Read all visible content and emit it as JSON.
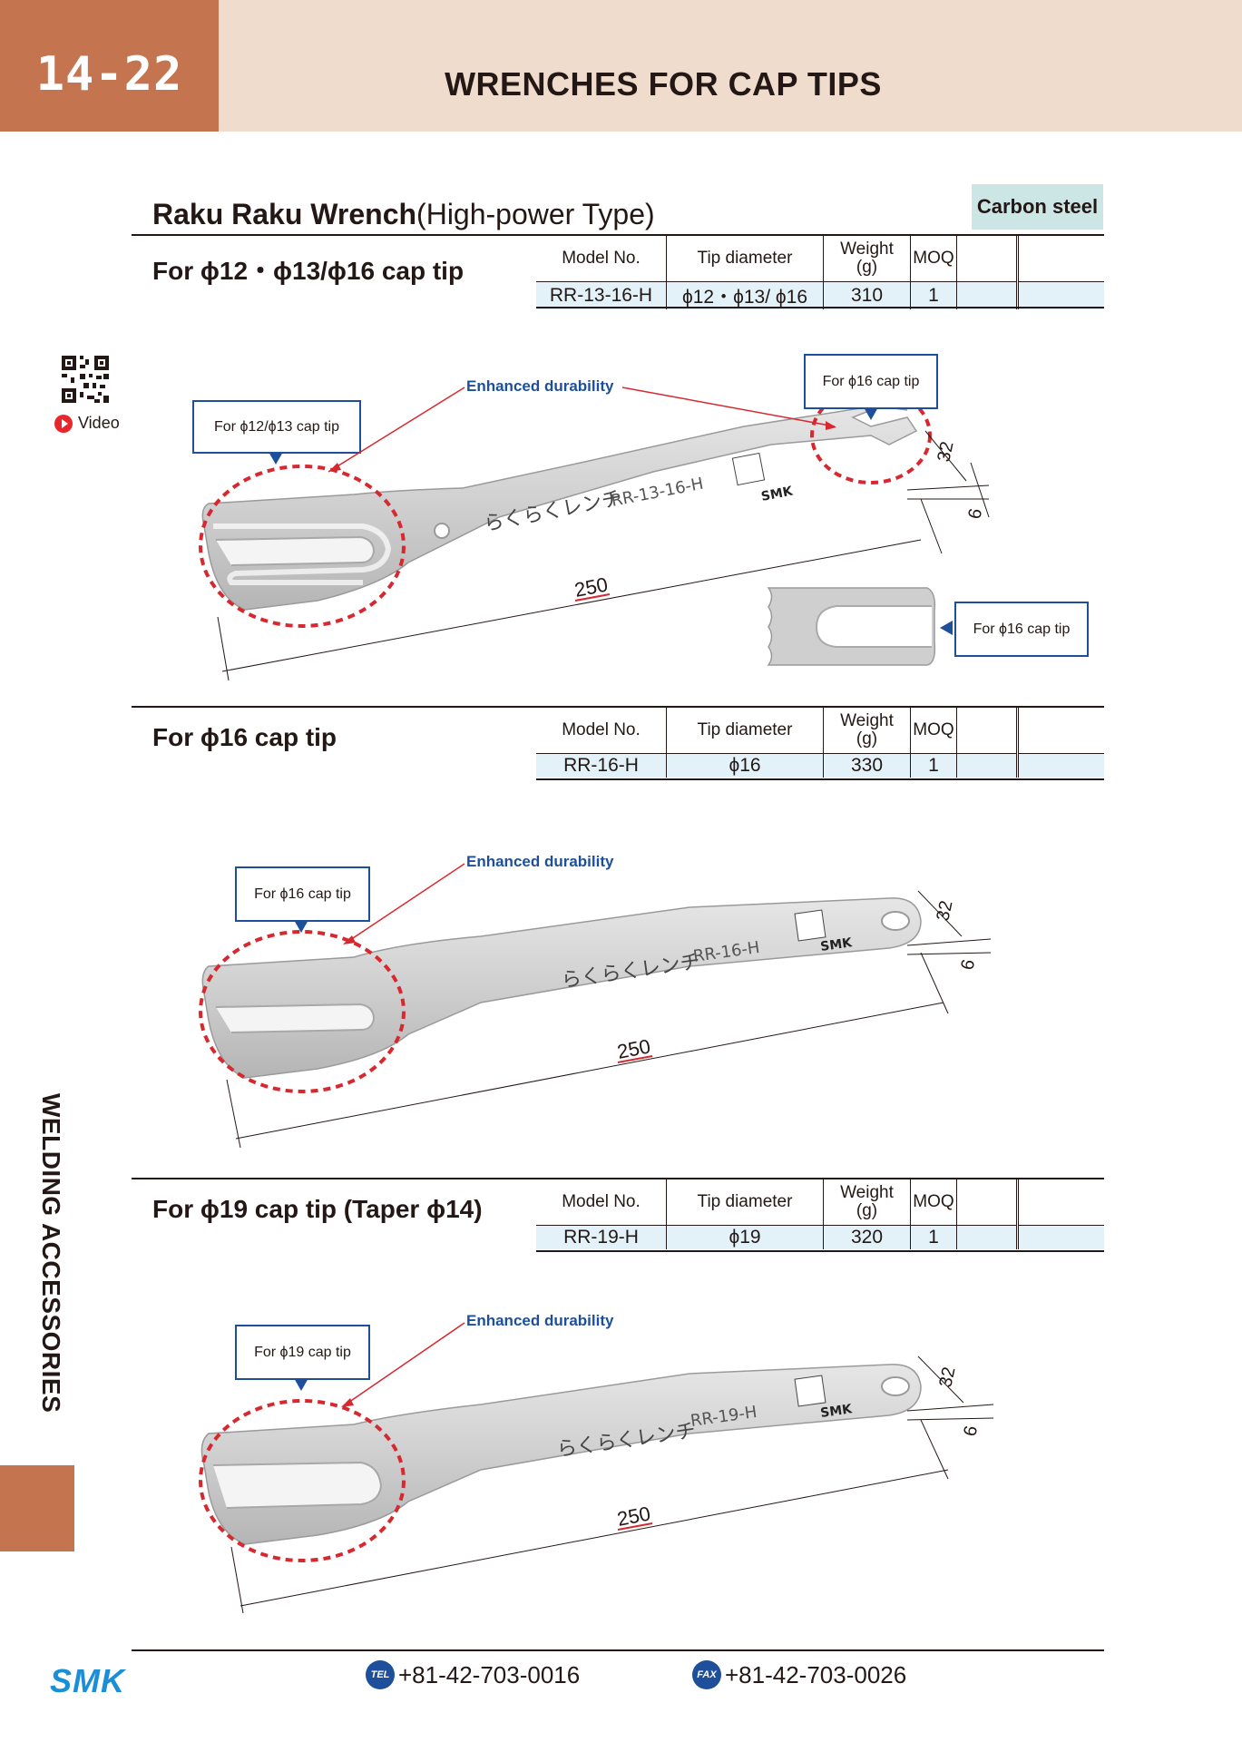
{
  "header": {
    "page_number": "14-22",
    "title": "WRENCHES FOR CAP TIPS"
  },
  "side_label": "WELDING ACCESSORIES",
  "product": {
    "name_bold": "Raku Raku Wrench",
    "name_suffix": "(High-power Type)",
    "material": "Carbon steel"
  },
  "video": {
    "label": "Video"
  },
  "table_headers": {
    "model": "Model No.",
    "tip": "Tip diameter",
    "weight": "Weight",
    "weight_unit": "(g)",
    "moq": "MOQ"
  },
  "sections": [
    {
      "title": "For ϕ12・ϕ13/ϕ16 cap tip",
      "model": "RR-13-16-H",
      "tip": "ϕ12・ϕ13/ ϕ16",
      "weight": "310",
      "moq": "1",
      "callouts": [
        "For ϕ12/ϕ13 cap tip",
        "For ϕ16 cap tip",
        "For ϕ16 cap tip"
      ],
      "durability": "Enhanced durability",
      "dims": {
        "length": "250",
        "width": "32",
        "thickness": "6"
      },
      "engraving": "RR-13-16-H",
      "engraving_jp": "らくらくレンチ"
    },
    {
      "title": "For ϕ16 cap tip",
      "model": "RR-16-H",
      "tip": "ϕ16",
      "weight": "330",
      "moq": "1",
      "callouts": [
        "For ϕ16 cap tip"
      ],
      "durability": "Enhanced durability",
      "dims": {
        "length": "250",
        "width": "32",
        "thickness": "6"
      },
      "engraving": "RR-16-H",
      "engraving_jp": "らくらくレンチ"
    },
    {
      "title": "For ϕ19 cap tip (Taper ϕ14)",
      "model": "RR-19-H",
      "tip": "ϕ19",
      "weight": "320",
      "moq": "1",
      "callouts": [
        "For ϕ19 cap tip"
      ],
      "durability": "Enhanced durability",
      "dims": {
        "length": "250",
        "width": "32",
        "thickness": "6"
      },
      "engraving": "RR-19-H",
      "engraving_jp": "らくらくレンチ"
    }
  ],
  "footer": {
    "logo": "SMK",
    "tel_badge": "TEL",
    "tel": "+81-42-703-0016",
    "fax_badge": "FAX",
    "fax": "+81-42-703-0026"
  },
  "colors": {
    "accent": "#c4744f",
    "header_bg": "#f0dccd",
    "callout_border": "#1d4f9a",
    "highlight_circle": "#d7282f",
    "table_row": "#e3f1f9",
    "material_badge": "#cce6e6"
  }
}
